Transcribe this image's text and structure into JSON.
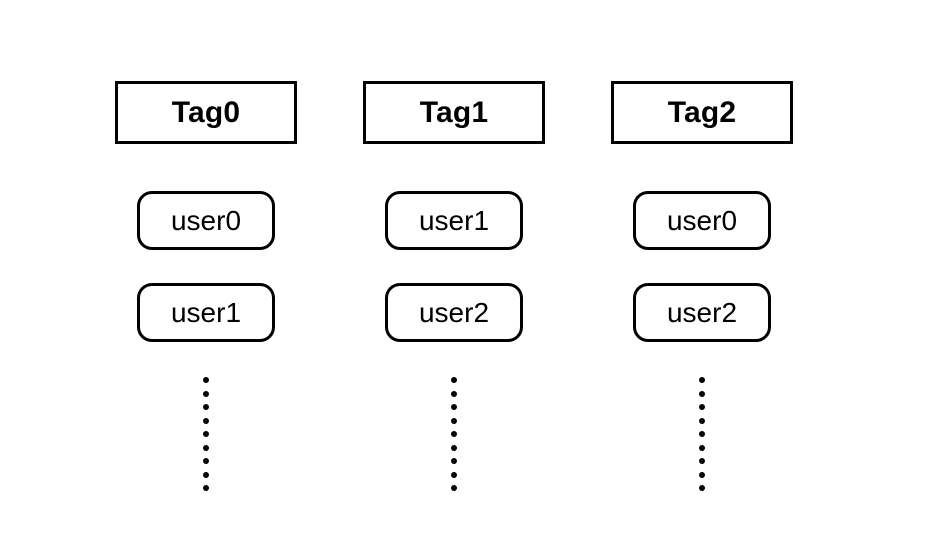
{
  "diagram": {
    "type": "tag-user-grouping",
    "background_color": "#ffffff",
    "stroke_color": "#000000",
    "columns": [
      {
        "tag": "Tag0",
        "users": [
          "user0",
          "user1"
        ],
        "continuation": "vertical-ellipsis",
        "ellipsis_dot_count": 9
      },
      {
        "tag": "Tag1",
        "users": [
          "user1",
          "user2"
        ],
        "continuation": "vertical-ellipsis",
        "ellipsis_dot_count": 9
      },
      {
        "tag": "Tag2",
        "users": [
          "user0",
          "user2"
        ],
        "continuation": "vertical-ellipsis",
        "ellipsis_dot_count": 9
      }
    ]
  }
}
